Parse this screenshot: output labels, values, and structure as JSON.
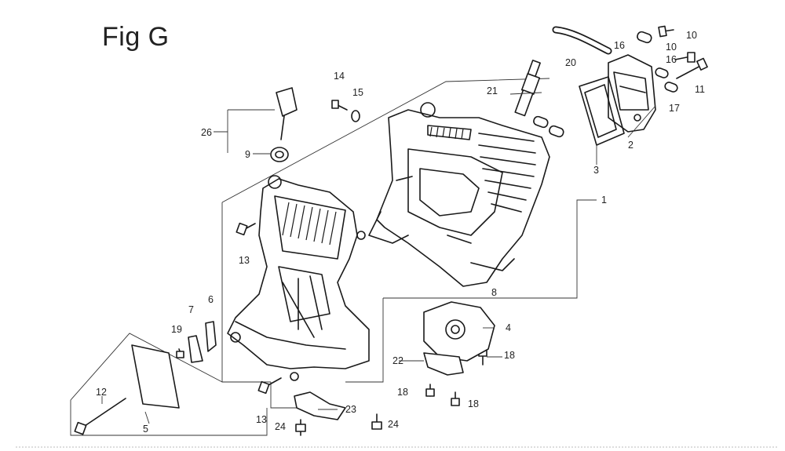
{
  "figure": {
    "title": "Fig G"
  },
  "callouts": [
    {
      "id": "c1",
      "text": "1"
    },
    {
      "id": "c2",
      "text": "2"
    },
    {
      "id": "c3",
      "text": "3"
    },
    {
      "id": "c4",
      "text": "4"
    },
    {
      "id": "c5",
      "text": "5"
    },
    {
      "id": "c6",
      "text": "6"
    },
    {
      "id": "c7",
      "text": "7"
    },
    {
      "id": "c8",
      "text": "8"
    },
    {
      "id": "c9",
      "text": "9"
    },
    {
      "id": "c10a",
      "text": "10"
    },
    {
      "id": "c10b",
      "text": "10"
    },
    {
      "id": "c11",
      "text": "11"
    },
    {
      "id": "c12",
      "text": "12"
    },
    {
      "id": "c13a",
      "text": "13"
    },
    {
      "id": "c13b",
      "text": "13"
    },
    {
      "id": "c14",
      "text": "14"
    },
    {
      "id": "c15",
      "text": "15"
    },
    {
      "id": "c16a",
      "text": "16"
    },
    {
      "id": "c16b",
      "text": "16"
    },
    {
      "id": "c17",
      "text": "17"
    },
    {
      "id": "c18a",
      "text": "18"
    },
    {
      "id": "c18b",
      "text": "18"
    },
    {
      "id": "c18c",
      "text": "18"
    },
    {
      "id": "c19",
      "text": "19"
    },
    {
      "id": "c20",
      "text": "20"
    },
    {
      "id": "c21",
      "text": "21"
    },
    {
      "id": "c22",
      "text": "22"
    },
    {
      "id": "c23",
      "text": "23"
    },
    {
      "id": "c24a",
      "text": "24"
    },
    {
      "id": "c24b",
      "text": "24"
    },
    {
      "id": "c26",
      "text": "26"
    }
  ]
}
